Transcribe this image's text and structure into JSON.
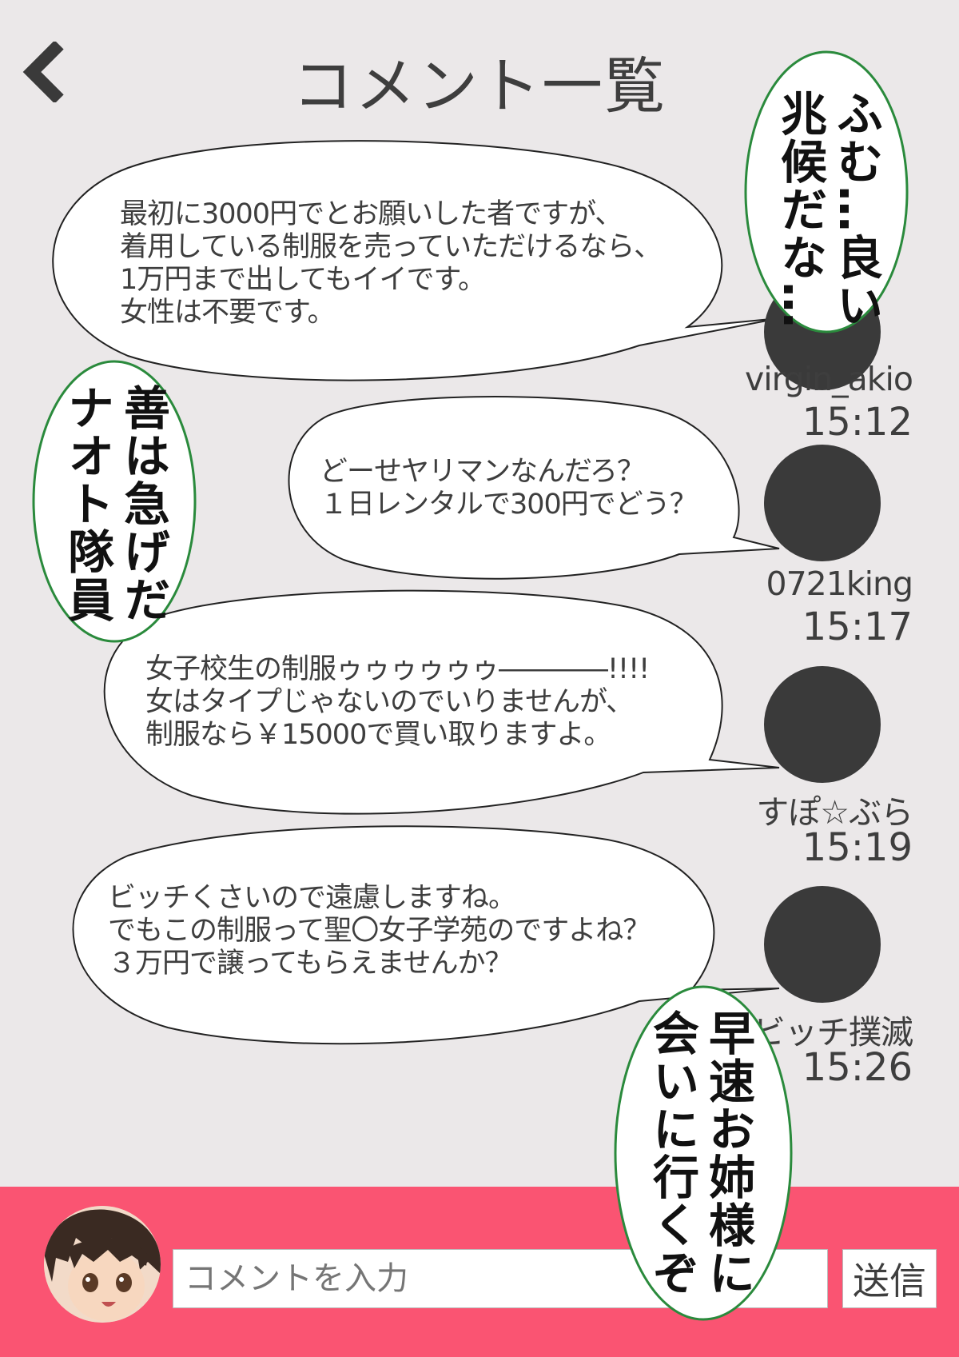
{
  "header": {
    "title": "コメント一覧"
  },
  "comments": [
    {
      "text": "最初に3000円でとお願いした者ですが、\n着用している制服を売っていただけるなら、\n1万円まで出してもイイです。\n女性は不要です。",
      "user": "virgin_akio",
      "time": "15:12"
    },
    {
      "text": "どーせヤリマンなんだろ？\n１日レンタルで300円でどう？",
      "user": "0721king",
      "time": "15:17"
    },
    {
      "text": "女子校生の制服ゥゥゥゥゥゥ――――!!!!\n女はタイプじゃないのでいりませんが、\n制服なら￥15000で買い取りますよ。",
      "user": "すぽ☆ぶら",
      "time": "15:19"
    },
    {
      "text": "ビッチくさいので遠慮しますね。\nでもこの制服って聖〇女子学苑のですよね？\n３万円で譲ってもらえませんか？",
      "user": "ビッチ撲滅",
      "time": "15:26"
    }
  ],
  "speech": {
    "top_right": "ふむ…良い\n兆候だな…",
    "left": "善は急げだ\nナオト隊員",
    "bottom_right": "早速お姉様に\n会いに行くぞ"
  },
  "composer": {
    "placeholder": "コメントを入力",
    "send_label": "送信"
  },
  "colors": {
    "background": "#ebe8e9",
    "bottom_bar": "#fa5472",
    "avatar": "#3a3a3a",
    "speech_border": "#2a8a3c"
  }
}
